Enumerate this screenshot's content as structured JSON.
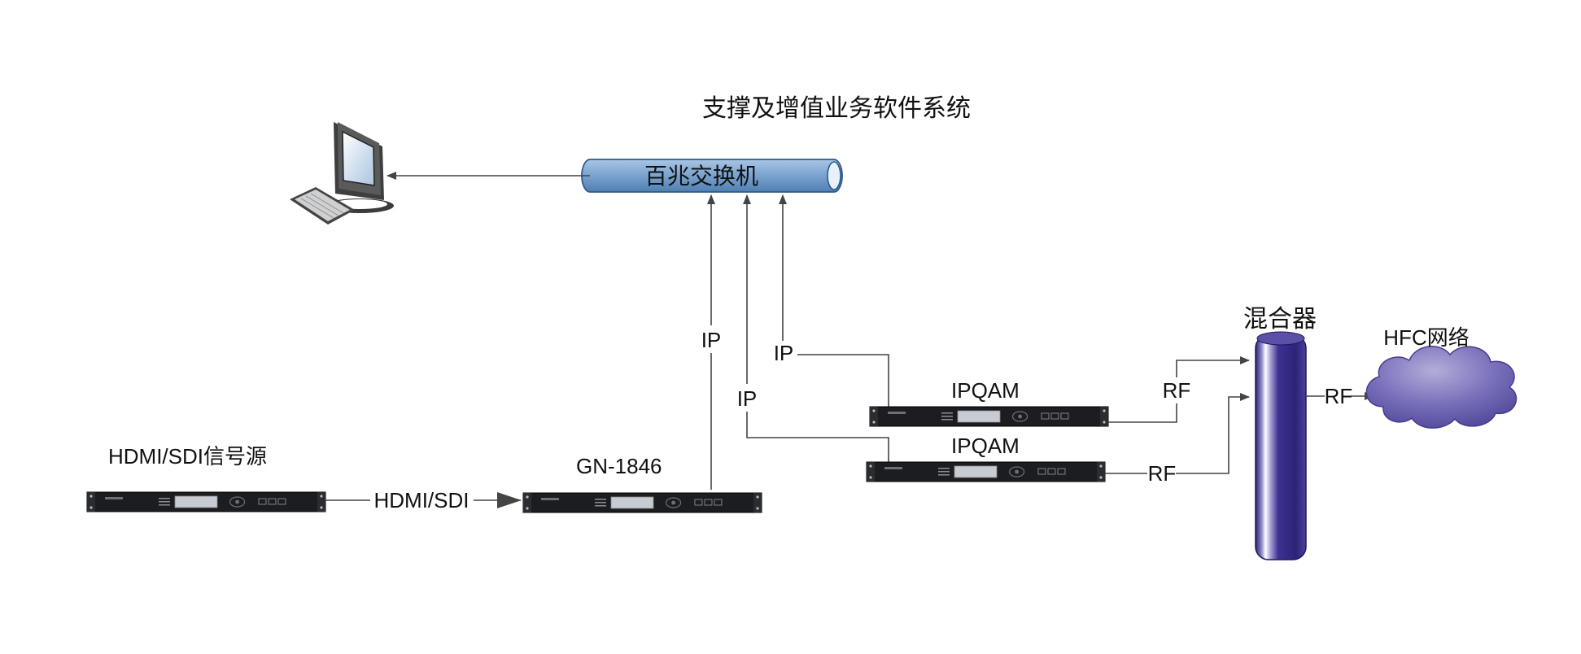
{
  "title": "支撑及增值业务软件系统",
  "switch": {
    "label": "百兆交换机"
  },
  "devices": {
    "source": {
      "label": "HDMI/SDI信号源"
    },
    "encoder": {
      "label": "GN-1846"
    },
    "ipqam_1": {
      "label": "IPQAM"
    },
    "ipqam_2": {
      "label": "IPQAM"
    },
    "mixer": {
      "label": "混合器"
    },
    "network": {
      "label": "HFC网络"
    }
  },
  "links": {
    "hdmi_sdi": "HDMI/SDI",
    "ip_encoder": "IP",
    "ip_ipqam_1": "IP",
    "ip_ipqam_2": "IP",
    "rf_ipqam_1": "RF",
    "rf_ipqam_2": "RF",
    "rf_mixer": "RF"
  },
  "colors": {
    "switch_fill": "#7ea6d0",
    "mixer_fill": "#3a2f86",
    "cloud_fill": "#5f55a8",
    "line": "#444444"
  }
}
